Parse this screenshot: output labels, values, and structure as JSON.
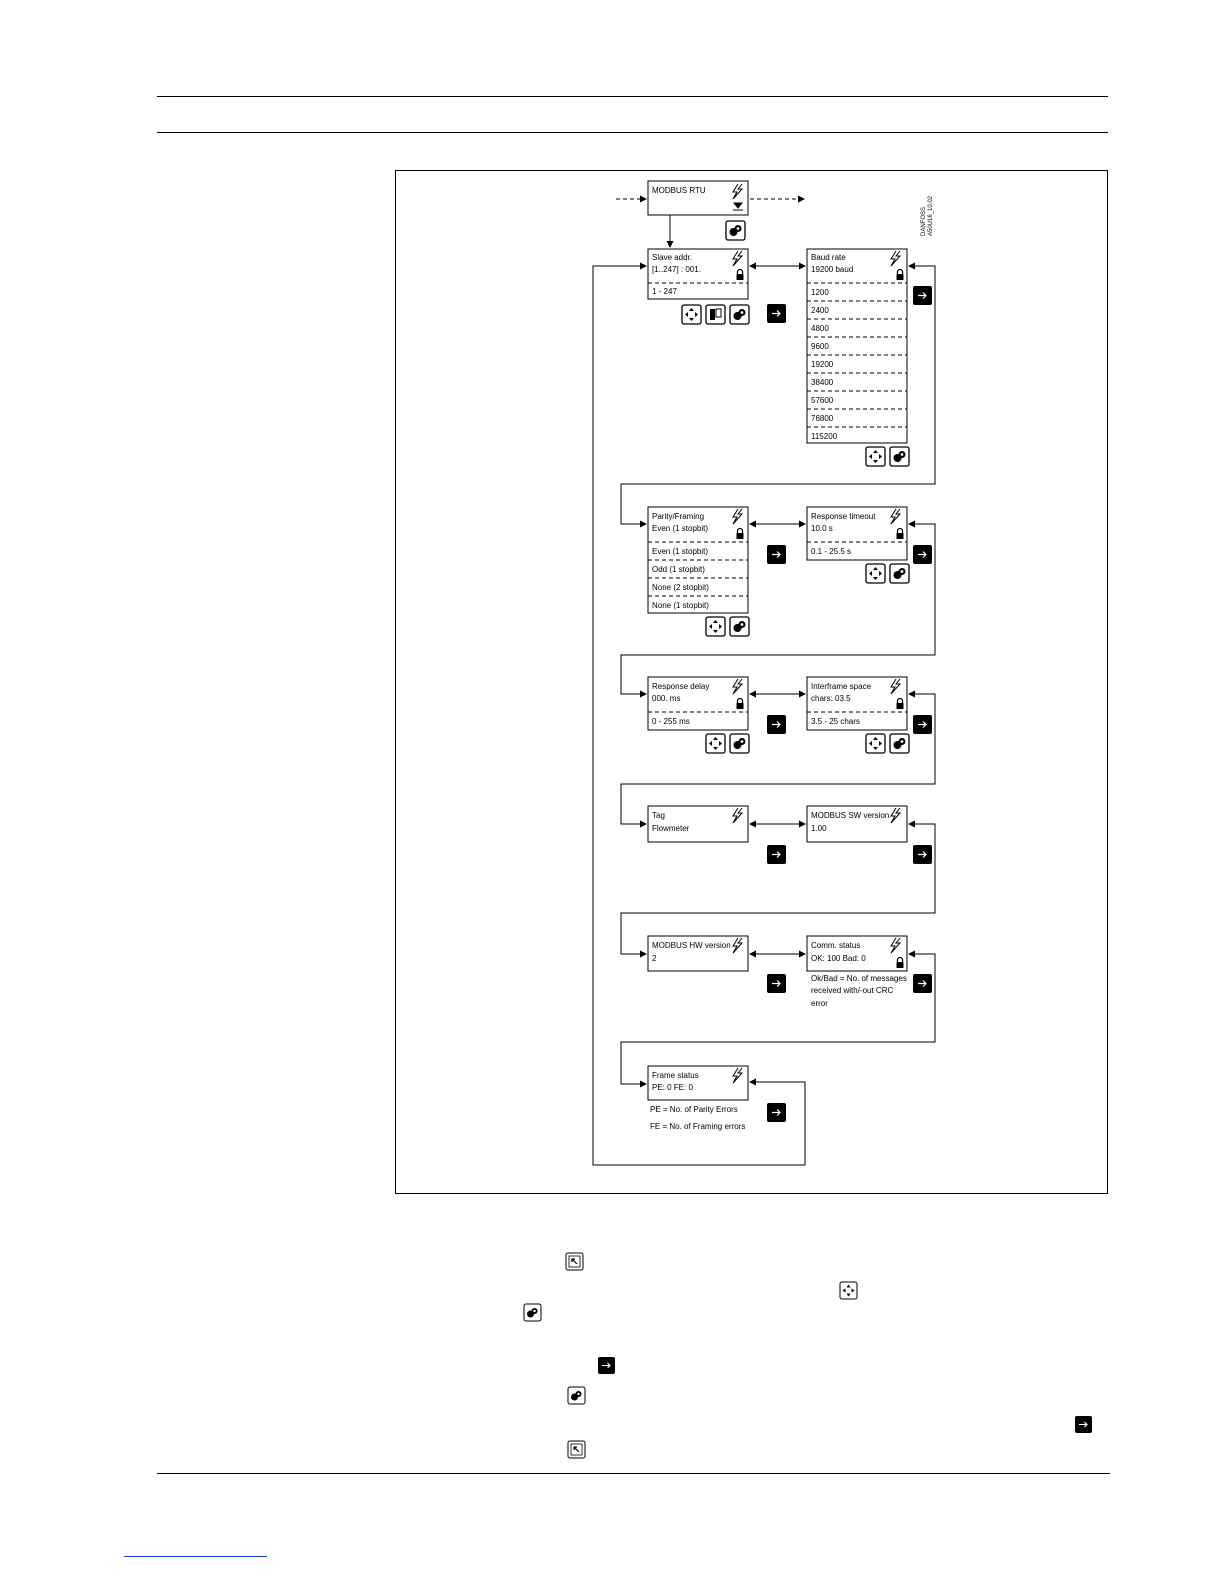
{
  "side_code": [
    "DANFOSS",
    "A50U16_10.02"
  ],
  "boxes": [
    {
      "id": "modbus-rtu",
      "lines": [
        "MODBUS RTU"
      ]
    },
    {
      "id": "slave-addr",
      "lines": [
        "Slave addr.",
        "[1..247] :  001."
      ],
      "options": [
        "1 - 247"
      ]
    },
    {
      "id": "baud-rate",
      "lines": [
        "Baud rate",
        "19200 baud"
      ],
      "options": [
        "1200",
        "2400",
        "4800",
        "9600",
        "19200",
        "38400",
        "57600",
        "76800",
        "115200"
      ]
    },
    {
      "id": "parity-framing",
      "lines": [
        "Parity/Framing",
        "Even (1 stopbit)"
      ],
      "options": [
        "Even (1 stopbit)",
        "Odd (1 stopbit)",
        "None  (2 stopbit)",
        "None  (1 stopbit)"
      ]
    },
    {
      "id": "response-timeout",
      "lines": [
        "Response timeout",
        "10.0 s"
      ],
      "options": [
        "0.1 - 25.5 s"
      ]
    },
    {
      "id": "response-delay",
      "lines": [
        "Response delay",
        "000. ms"
      ],
      "options": [
        "0 - 255 ms"
      ]
    },
    {
      "id": "interframe-space",
      "lines": [
        "Interframe space",
        "chars: 03.5"
      ],
      "options": [
        "3.5 - 25 chars"
      ]
    },
    {
      "id": "tag",
      "lines": [
        "Tag",
        "Flowmeter"
      ]
    },
    {
      "id": "sw-version",
      "lines": [
        "MODBUS SW version",
        "1.00"
      ]
    },
    {
      "id": "hw-version",
      "lines": [
        "MODBUS HW version",
        "2"
      ]
    },
    {
      "id": "comm-status",
      "lines": [
        "Comm. status",
        "OK: 100 Bad: 0"
      ],
      "notes": [
        "Ok/Bad = No. of messages",
        "received with/-out CRC",
        "error"
      ]
    },
    {
      "id": "frame-status",
      "lines": [
        "Frame status",
        "PE:    0     FE:  0"
      ],
      "notes": [
        "PE = No. of Parity Errors",
        "FE = No. of Framing errors"
      ]
    }
  ]
}
